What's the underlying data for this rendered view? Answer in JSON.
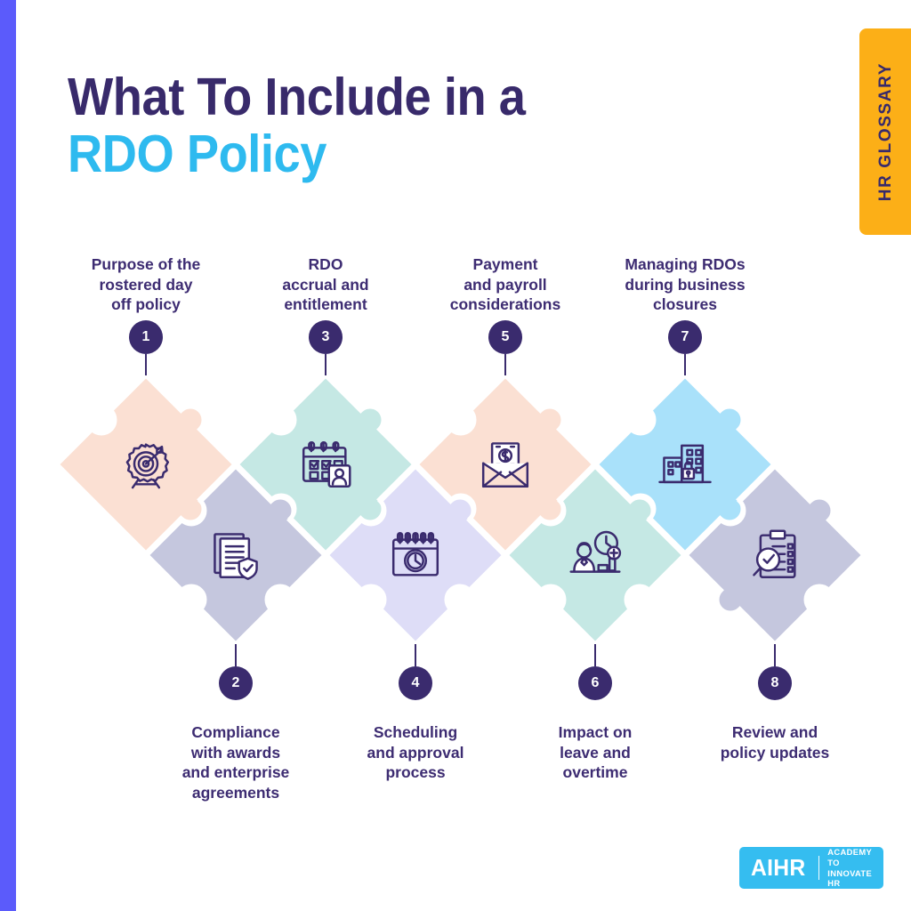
{
  "brand": {
    "left_bar_color": "#5B5BFB",
    "badge_label": "HR GLOSSARY",
    "badge_color": "#FCAF17",
    "badge_text_color": "#382A6B",
    "logo_name": "AIHR",
    "logo_tagline_line1": "ACADEMY TO",
    "logo_tagline_line2": "INNOVATE HR",
    "logo_color": "#35BDF0"
  },
  "title": {
    "line1": "What To Include in a",
    "line2": "RDO Policy",
    "line1_color": "#382A6B",
    "line2_color": "#2EBAEF"
  },
  "theme": {
    "ink": "#3A2B6E",
    "peach": "#FBE0D3",
    "bluegray": "#C5C7DE",
    "mint": "#C5E8E4",
    "lavender": "#DEDDF7",
    "sky": "#A9E1FA"
  },
  "steps": [
    {
      "number": "1",
      "label": "Purpose of the\nrostered day\noff policy",
      "row": "top",
      "color": "#FBE0D3",
      "icon": "target-gear-icon"
    },
    {
      "number": "2",
      "label": "Compliance\nwith awards\nand enterprise\nagreements",
      "row": "bottom",
      "color": "#C5C7DE",
      "icon": "documents-shield-check-icon"
    },
    {
      "number": "3",
      "label": "RDO\naccrual and\nentitlement",
      "row": "top",
      "color": "#C5E8E4",
      "icon": "calendar-person-icon"
    },
    {
      "number": "4",
      "label": "Scheduling\nand approval\nprocess",
      "row": "bottom",
      "color": "#DEDDF7",
      "icon": "calendar-clock-icon"
    },
    {
      "number": "5",
      "label": "Payment\nand payroll\nconsiderations",
      "row": "top",
      "color": "#FBE0D3",
      "icon": "money-envelope-icon"
    },
    {
      "number": "6",
      "label": "Impact on\nleave and\novertime",
      "row": "bottom",
      "color": "#C5E8E4",
      "icon": "worker-clock-plus-icon"
    },
    {
      "number": "7",
      "label": "Managing RDOs\nduring business\nclosures",
      "row": "top",
      "color": "#A9E1FA",
      "icon": "building-lock-icon"
    },
    {
      "number": "8",
      "label": "Review and\npolicy updates",
      "row": "bottom",
      "color": "#C5C7DE",
      "icon": "clipboard-magnifier-check-icon"
    }
  ]
}
